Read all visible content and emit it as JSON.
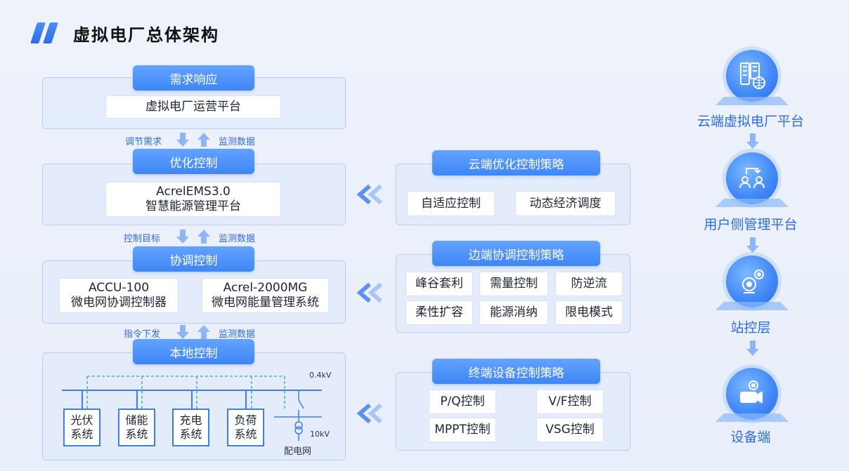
{
  "title": "虚拟电厂总体架构",
  "left": {
    "demand": {
      "pill": "需求响应",
      "card": "虚拟电厂运营平台"
    },
    "flow1": {
      "down": "调节需求",
      "up": "监测数据"
    },
    "optimize": {
      "pill": "优化控制",
      "card_line1": "AcrelEMS3.0",
      "card_line2": "智慧能源管理平台"
    },
    "flow2": {
      "down": "控制目标",
      "up": "监测数据"
    },
    "coord": {
      "pill": "协调控制",
      "card1_line1": "ACCU-100",
      "card1_line2": "微电网协调控制器",
      "card2_line1": "Acrel-2000MG",
      "card2_line2": "微电网能量管理系统"
    },
    "flow3": {
      "down": "指令下发",
      "up": "监测数据"
    },
    "local": {
      "pill": "本地控制",
      "voltage_high": "0.4kV",
      "voltage_low": "10kV",
      "grid": "配电网",
      "systems": [
        {
          "line1": "光伏",
          "line2": "系统"
        },
        {
          "line1": "储能",
          "line2": "系统"
        },
        {
          "line1": "充电",
          "line2": "系统"
        },
        {
          "line1": "负荷",
          "line2": "系统"
        }
      ]
    }
  },
  "strategies": {
    "cloud": {
      "pill": "云端优化控制策略",
      "items": [
        "自适应控制",
        "动态经济调度"
      ]
    },
    "edge": {
      "pill": "边端协调控制策略",
      "items": [
        "峰谷套利",
        "需量控制",
        "防逆流",
        "柔性扩容",
        "能源消纳",
        "限电模式"
      ]
    },
    "terminal": {
      "pill": "终端设备控制策略",
      "items": [
        "P/Q控制",
        "V/F控制",
        "MPPT控制",
        "VSG控制"
      ]
    }
  },
  "right": {
    "layers": [
      "云端虚拟电厂平台",
      "用户侧管理平台",
      "站控层",
      "设备端"
    ],
    "icons": [
      "server-globe-icon",
      "user-exchange-icon",
      "camera-gear-icon",
      "video-gear-icon"
    ]
  },
  "colors": {
    "accent": "#3f86f6",
    "accent_text": "#2f6be8",
    "dashed_line": "#2fb36d",
    "background": "#eef2fb"
  }
}
